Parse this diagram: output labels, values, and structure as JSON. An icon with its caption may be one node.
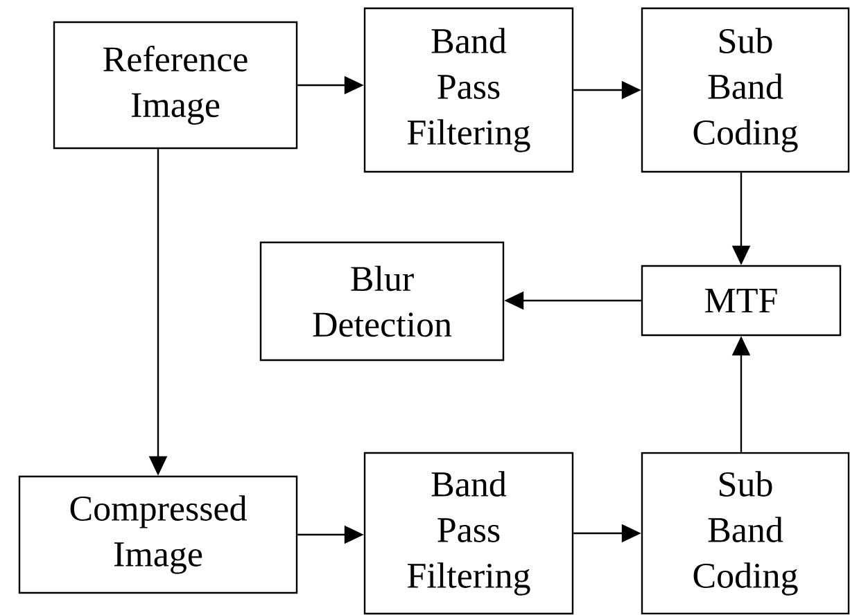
{
  "diagram": {
    "nodes": [
      {
        "text": [
          "Reference Image"
        ]
      },
      {
        "text": [
          "Band Pass Filtering"
        ]
      },
      {
        "text": [
          "Sub Band Coding"
        ]
      },
      {
        "text": [
          "Blur Detection"
        ]
      },
      {
        "text": [
          "MTF"
        ]
      },
      {
        "text": [
          "Compressed Image"
        ]
      },
      {
        "text": [
          "Band Pass Filtering"
        ]
      },
      {
        "text": [
          "Sub Band Coding"
        ]
      }
    ],
    "edges": [
      {
        "from": 0,
        "to": 1,
        "arrow": "to"
      },
      {
        "from": 1,
        "to": 2,
        "arrow": "to"
      },
      {
        "from": 2,
        "to": 4,
        "arrow": "to"
      },
      {
        "from": 4,
        "to": 3,
        "arrow": "to"
      },
      {
        "from": 0,
        "to": 5,
        "arrow": "to"
      },
      {
        "from": 5,
        "to": 6,
        "arrow": "to"
      },
      {
        "from": 6,
        "to": 7,
        "arrow": "to"
      },
      {
        "from": 7,
        "to": 4,
        "arrow": "to"
      }
    ]
  }
}
